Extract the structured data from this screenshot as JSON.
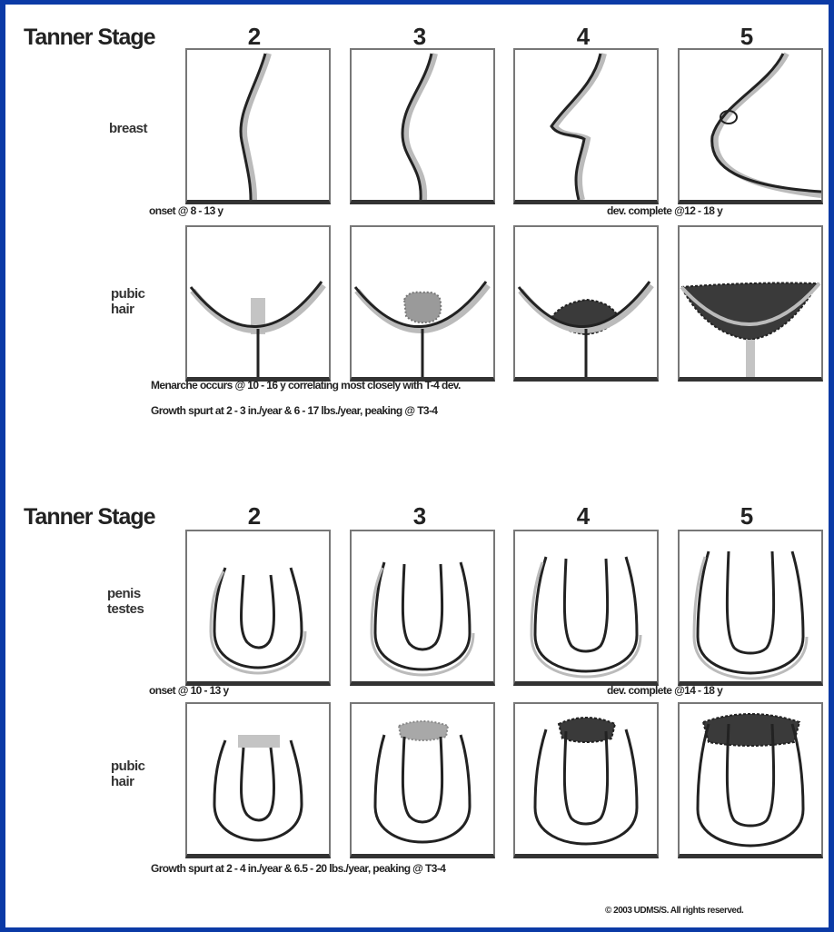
{
  "female": {
    "title": "Tanner Stage",
    "stages": [
      "2",
      "3",
      "4",
      "5"
    ],
    "row1_label": "breast",
    "onset_note": "onset @ 8 - 13 y",
    "complete_note": "dev. complete @12 - 18 y",
    "row2_label_line1": "pubic",
    "row2_label_line2": "hair",
    "note1": "Menarche occurs @ 10 - 16 y correlating most closely with T-4 dev.",
    "note2": "Growth spurt at 2 - 3 in./year & 6 - 17 lbs./year, peaking @ T3-4"
  },
  "male": {
    "title": "Tanner Stage",
    "stages": [
      "2",
      "3",
      "4",
      "5"
    ],
    "row1_label_line1": "penis",
    "row1_label_line2": "testes",
    "onset_note": "onset @ 10 - 13 y",
    "complete_note": "dev. complete @14 - 18 y",
    "row2_label_line1": "pubic",
    "row2_label_line2": "hair",
    "note1": "Growth spurt at 2 - 4 in./year & 6.5 - 20 lbs./year, peaking @ T3-4"
  },
  "copyright": "© 2003 UDMS/S. All rights reserved.",
  "colors": {
    "frame": "#0b3aa6",
    "line": "#222222",
    "shadow": "#bdbdbd",
    "hair_light": "#c4c4c4",
    "hair_dark": "#3a3a3a"
  }
}
